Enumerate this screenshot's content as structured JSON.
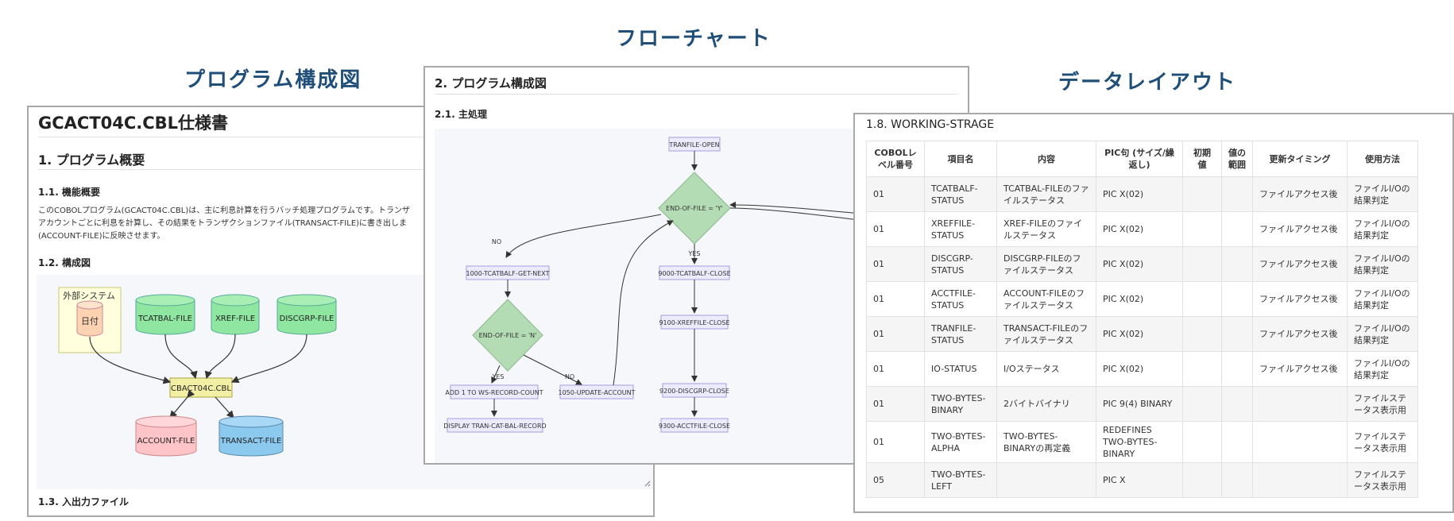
{
  "titles": {
    "flowchart": "フローチャート",
    "structure": "プログラム構成図",
    "datalayout": "データレイアウト"
  },
  "panel1": {
    "doc_title": "GCACT04C.CBL仕様書",
    "h_overview": "1. プログラム概要",
    "h_func": "1.1. 機能概要",
    "para": [
      "このCOBOLプログラム(GCACT04C.CBL)は、主に利息計算を行うバッチ処理プログラムです。トランザ",
      "アカウントごとに利息を計算し、その結果をトランザクションファイル(TRANSACT-FILE)に書き出しま",
      "(ACCOUNT-FILE)に反映させます。"
    ],
    "h_struct": "1.2. 構成図",
    "h_io": "1.3. 入出力ファイル",
    "diagram": {
      "group_label": "外部システム",
      "date_node": "日付",
      "tcatbal": "TCATBAL-FILE",
      "xref": "XREF-FILE",
      "discgrp": "DISCGRP-FILE",
      "program": "CBACT04C.CBL",
      "account": "ACCOUNT-FILE",
      "transact": "TRANSACT-FILE"
    }
  },
  "panel2": {
    "h2": "2. プログラム構成図",
    "h3": "2.1. 主処理",
    "flow": {
      "tranfile_open": "TRANFILE-OPEN",
      "eof_y": "END-OF-FILE = 'Y'",
      "no1": "NO",
      "yes1": "YES",
      "get_next": "1000-TCATBALF-GET-NEXT",
      "tcatbalf_close": "9000-TCATBALF-CLOSE",
      "eof_n": "END-OF-FILE = 'N'",
      "xreffile_close": "9100-XREFFILE-CLOSE",
      "yes2": "YES",
      "no2": "NO",
      "add_count": "ADD 1 TO WS-RECORD-COUNT",
      "update_account": "1050-UPDATE-ACCOUNT",
      "discgrp_close": "9200-DISCGRP-CLOSE",
      "display_rec": "DISPLAY TRAN-CAT-BAL-RECORD",
      "acctfile_close": "9300-ACCTFILE-CLOSE"
    }
  },
  "panel3": {
    "h2": "1.8. WORKING-STRAGE",
    "headers": [
      "COBOLレベル番号",
      "項目名",
      "内容",
      "PIC句 (サイズ/繰返し)",
      "初期値",
      "値の範囲",
      "更新タイミング",
      "使用方法"
    ],
    "rows": [
      [
        "01",
        "TCATBALF-STATUS",
        "TCATBAL-FILEのファイルステータス",
        "PIC X(02)",
        "",
        "",
        "ファイルアクセス後",
        "ファイルI/Oの結果判定"
      ],
      [
        "01",
        "XREFFILE-STATUS",
        "XREF-FILEのファイルステータス",
        "PIC X(02)",
        "",
        "",
        "ファイルアクセス後",
        "ファイルI/Oの結果判定"
      ],
      [
        "01",
        "DISCGRP-STATUS",
        "DISCGRP-FILEのファイルステータス",
        "PIC X(02)",
        "",
        "",
        "ファイルアクセス後",
        "ファイルI/Oの結果判定"
      ],
      [
        "01",
        "ACCTFILE-STATUS",
        "ACCOUNT-FILEのファイルステータス",
        "PIC X(02)",
        "",
        "",
        "ファイルアクセス後",
        "ファイルI/Oの結果判定"
      ],
      [
        "01",
        "TRANFILE-STATUS",
        "TRANSACT-FILEのファイルステータス",
        "PIC X(02)",
        "",
        "",
        "ファイルアクセス後",
        "ファイルI/Oの結果判定"
      ],
      [
        "01",
        "IO-STATUS",
        "I/Oステータス",
        "PIC X(02)",
        "",
        "",
        "ファイルアクセス後",
        "ファイルI/Oの結果判定"
      ],
      [
        "01",
        "TWO-BYTES-BINARY",
        "2バイトバイナリ",
        "PIC 9(4) BINARY",
        "",
        "",
        "",
        "ファイルステータス表示用"
      ],
      [
        "01",
        "TWO-BYTES-ALPHA",
        "TWO-BYTES-BINARYの再定義",
        "REDEFINES TWO-BYTES-BINARY",
        "",
        "",
        "",
        "ファイルステータス表示用"
      ],
      [
        "05",
        "TWO-BYTES-LEFT",
        "",
        "PIC X",
        "",
        "",
        "",
        "ファイルステータス表示用"
      ]
    ]
  }
}
